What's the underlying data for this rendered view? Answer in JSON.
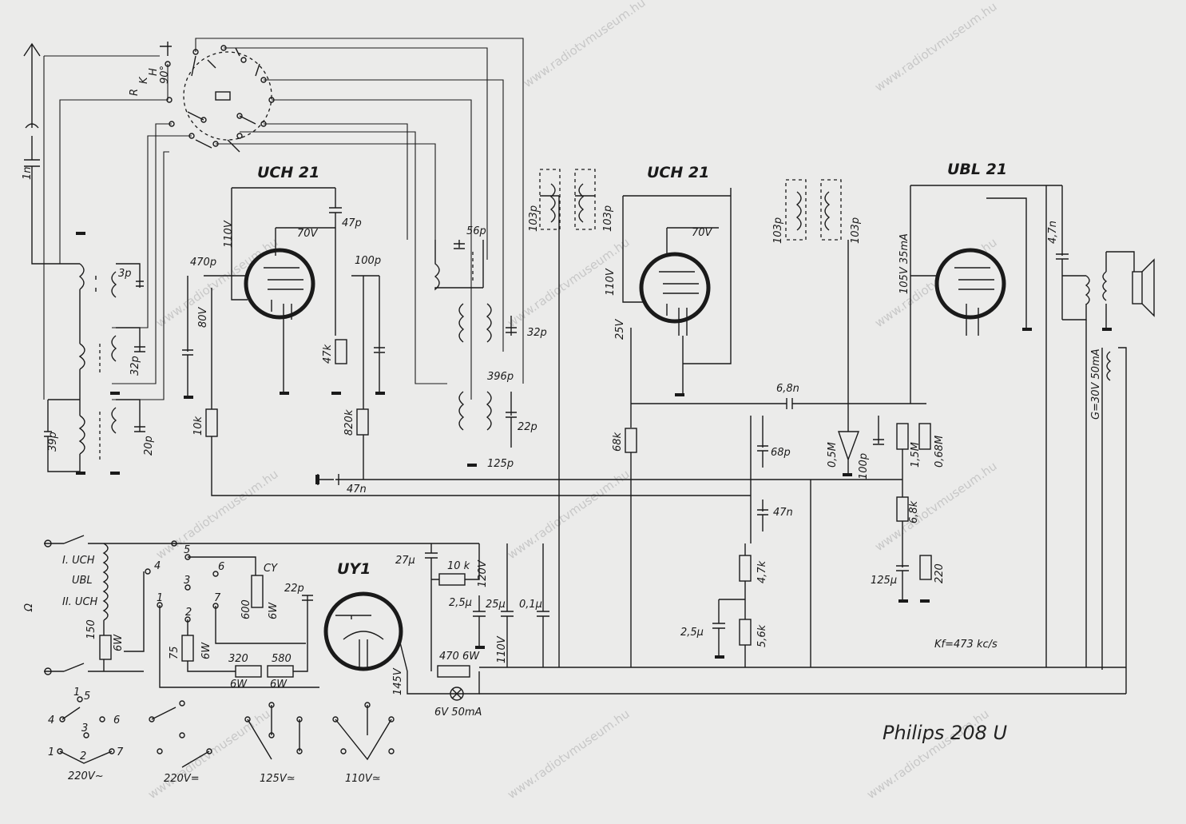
{
  "title": "Philips 208 U",
  "watermark": "www.radiotvmuseum.hu",
  "tubes": {
    "uch21_a": "UCH 21",
    "uch21_b": "UCH 21",
    "ubl21": "UBL 21",
    "uy1": "UY1"
  },
  "switch": {
    "r": "R",
    "k": "K",
    "h": "H",
    "angle": "90°"
  },
  "caps": {
    "c1n": "1n",
    "c3p": "3p",
    "c32p_a": "32p",
    "c39p": "39p",
    "c20p": "20p",
    "c470p": "470p",
    "c47p": "47p",
    "c100p": "100p",
    "c56p": "56p",
    "c32p_b": "32p",
    "c396p": "396p",
    "c22p": "22p",
    "c125p": "125p",
    "c103p_1": "103p",
    "c103p_2": "103p",
    "c103p_3": "103p",
    "c103p_4": "103p",
    "c47n_a": "47n",
    "c68n": "6,8n",
    "c68p": "68p",
    "c100p_b": "100p",
    "c47n_b": "47n",
    "c47n_c": "4,7n",
    "c27u": "27μ",
    "c22p_b": "22p",
    "c25u_a": "2,5μ",
    "c25u_b": "25μ",
    "c01u": "0,1μ",
    "c25u_c": "2,5μ",
    "c125u": "125μ"
  },
  "resistors": {
    "r10k_a": "10k",
    "r47k": "47k",
    "r820k": "820k",
    "r68k_a": "68k",
    "r05m": "0,5M",
    "r15m": "1,5M",
    "r068m": "0,68M",
    "r68k_b": "6,8k",
    "r220": "220",
    "r47k_b": "4,7k",
    "r56k": "5,6k",
    "r10k_b": "10 k",
    "r4706w": "470 6W",
    "r1506w": "150\n6W",
    "r150": "150",
    "r6w": "6W",
    "r75": "75",
    "r6w_b": "6W",
    "r320": "320",
    "r580": "580",
    "r600": "600",
    "r6w_c": "6W",
    "r6w_d": "6W",
    "r6w_e": "6W"
  },
  "voltages": {
    "v110": "110V",
    "v70_a": "70V",
    "v80": "80V",
    "v70_b": "70V",
    "v110_b": "110V",
    "v25": "25V",
    "v105": "105V 35mA",
    "v120": "120V",
    "v110_c": "110V",
    "v145": "145V",
    "lamp": "6V 50mA",
    "g": "G=30V 50mA"
  },
  "mains": {
    "uch1": "I. UCH",
    "ubl": "UBL",
    "uch2": "II. UCH",
    "cy": "CY",
    "sym": "Ω"
  },
  "tap_nums": {
    "n5": "5",
    "n4": "4",
    "n3": "3",
    "n6": "6",
    "n1": "1",
    "n7": "7",
    "n2": "2"
  },
  "kf": "Kf=473 kc/s",
  "positions": [
    {
      "label": "220V~",
      "n": [
        "1",
        "5",
        "4",
        "3",
        "6",
        "1",
        "2",
        "7"
      ]
    },
    {
      "label": "220V="
    },
    {
      "label": "125V≃"
    },
    {
      "label": "110V≃"
    }
  ]
}
